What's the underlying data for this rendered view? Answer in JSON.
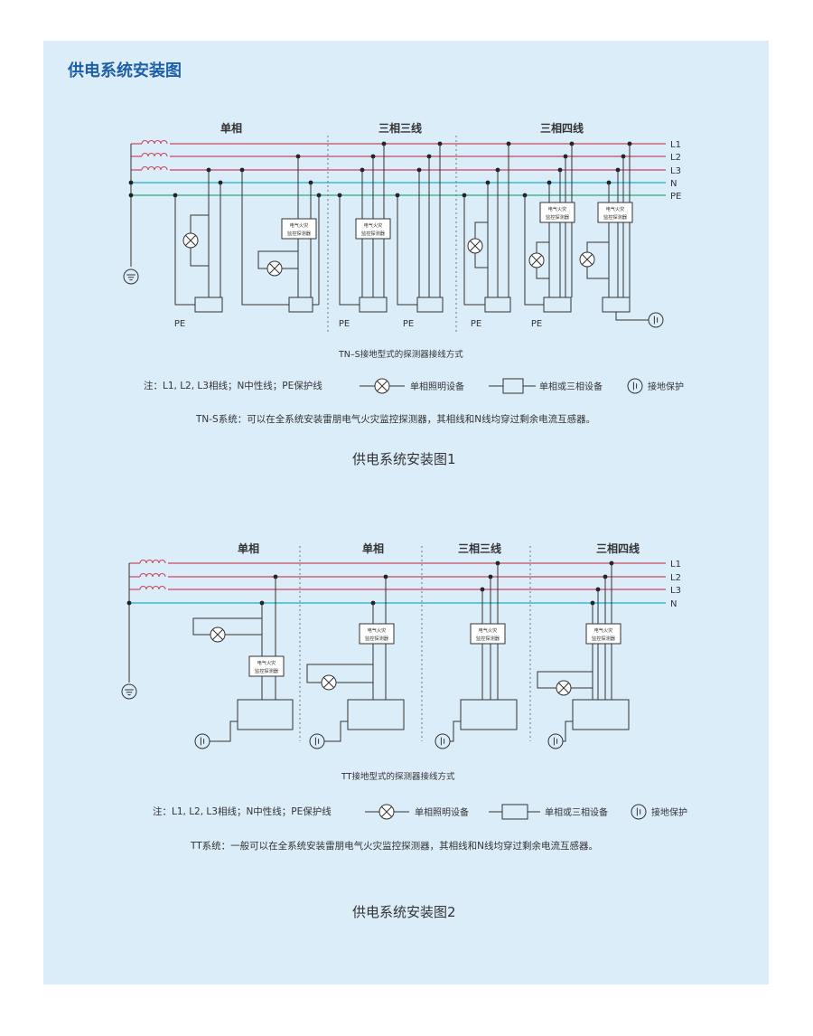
{
  "page": {
    "title": "供电系统安装图"
  },
  "colors": {
    "panel": "#dcedfa",
    "title": "#1d5fa8",
    "line_phase": "#c9485d",
    "line_n": "#1aaecb",
    "line_pe": "#2eaa77",
    "wire": "#333333"
  },
  "diagram1": {
    "groups": [
      "单相",
      "三相三线",
      "三相四线"
    ],
    "bus_labels": [
      "L1",
      "L2",
      "L3",
      "N",
      "PE"
    ],
    "detector_lines": [
      "电气火灾",
      "监控探测器"
    ],
    "pe_label": "PE",
    "subtitle": "TN–S接地型式的探测器接线方式",
    "note": "TN-S系统：可以在全系统安装雷朋电气火灾监控探测器，其相线和N线均穿过剩余电流互感器。",
    "caption": "供电系统安装图1"
  },
  "diagram2": {
    "groups": [
      "单相",
      "单相",
      "三相三线",
      "三相四线"
    ],
    "bus_labels": [
      "L1",
      "L2",
      "L3",
      "N"
    ],
    "detector_lines": [
      "电气火灾",
      "监控探测器"
    ],
    "subtitle": "TT接地型式的探测器接线方式",
    "note": "TT系统：一般可以在全系统安装雷朋电气火灾监控探测器，其相线和N线均穿过剩余电流互感器。",
    "caption": "供电系统安装图2"
  },
  "legend": {
    "note": "注：L1, L2, L3相线；N中性线；PE保护线",
    "lamp": "单相照明设备",
    "box": "单相或三相设备",
    "earth": "接地保护"
  },
  "icons": [
    "lamp-icon",
    "equipment-box-icon",
    "earth-protection-icon",
    "ground-icon",
    "inductor-icon"
  ]
}
